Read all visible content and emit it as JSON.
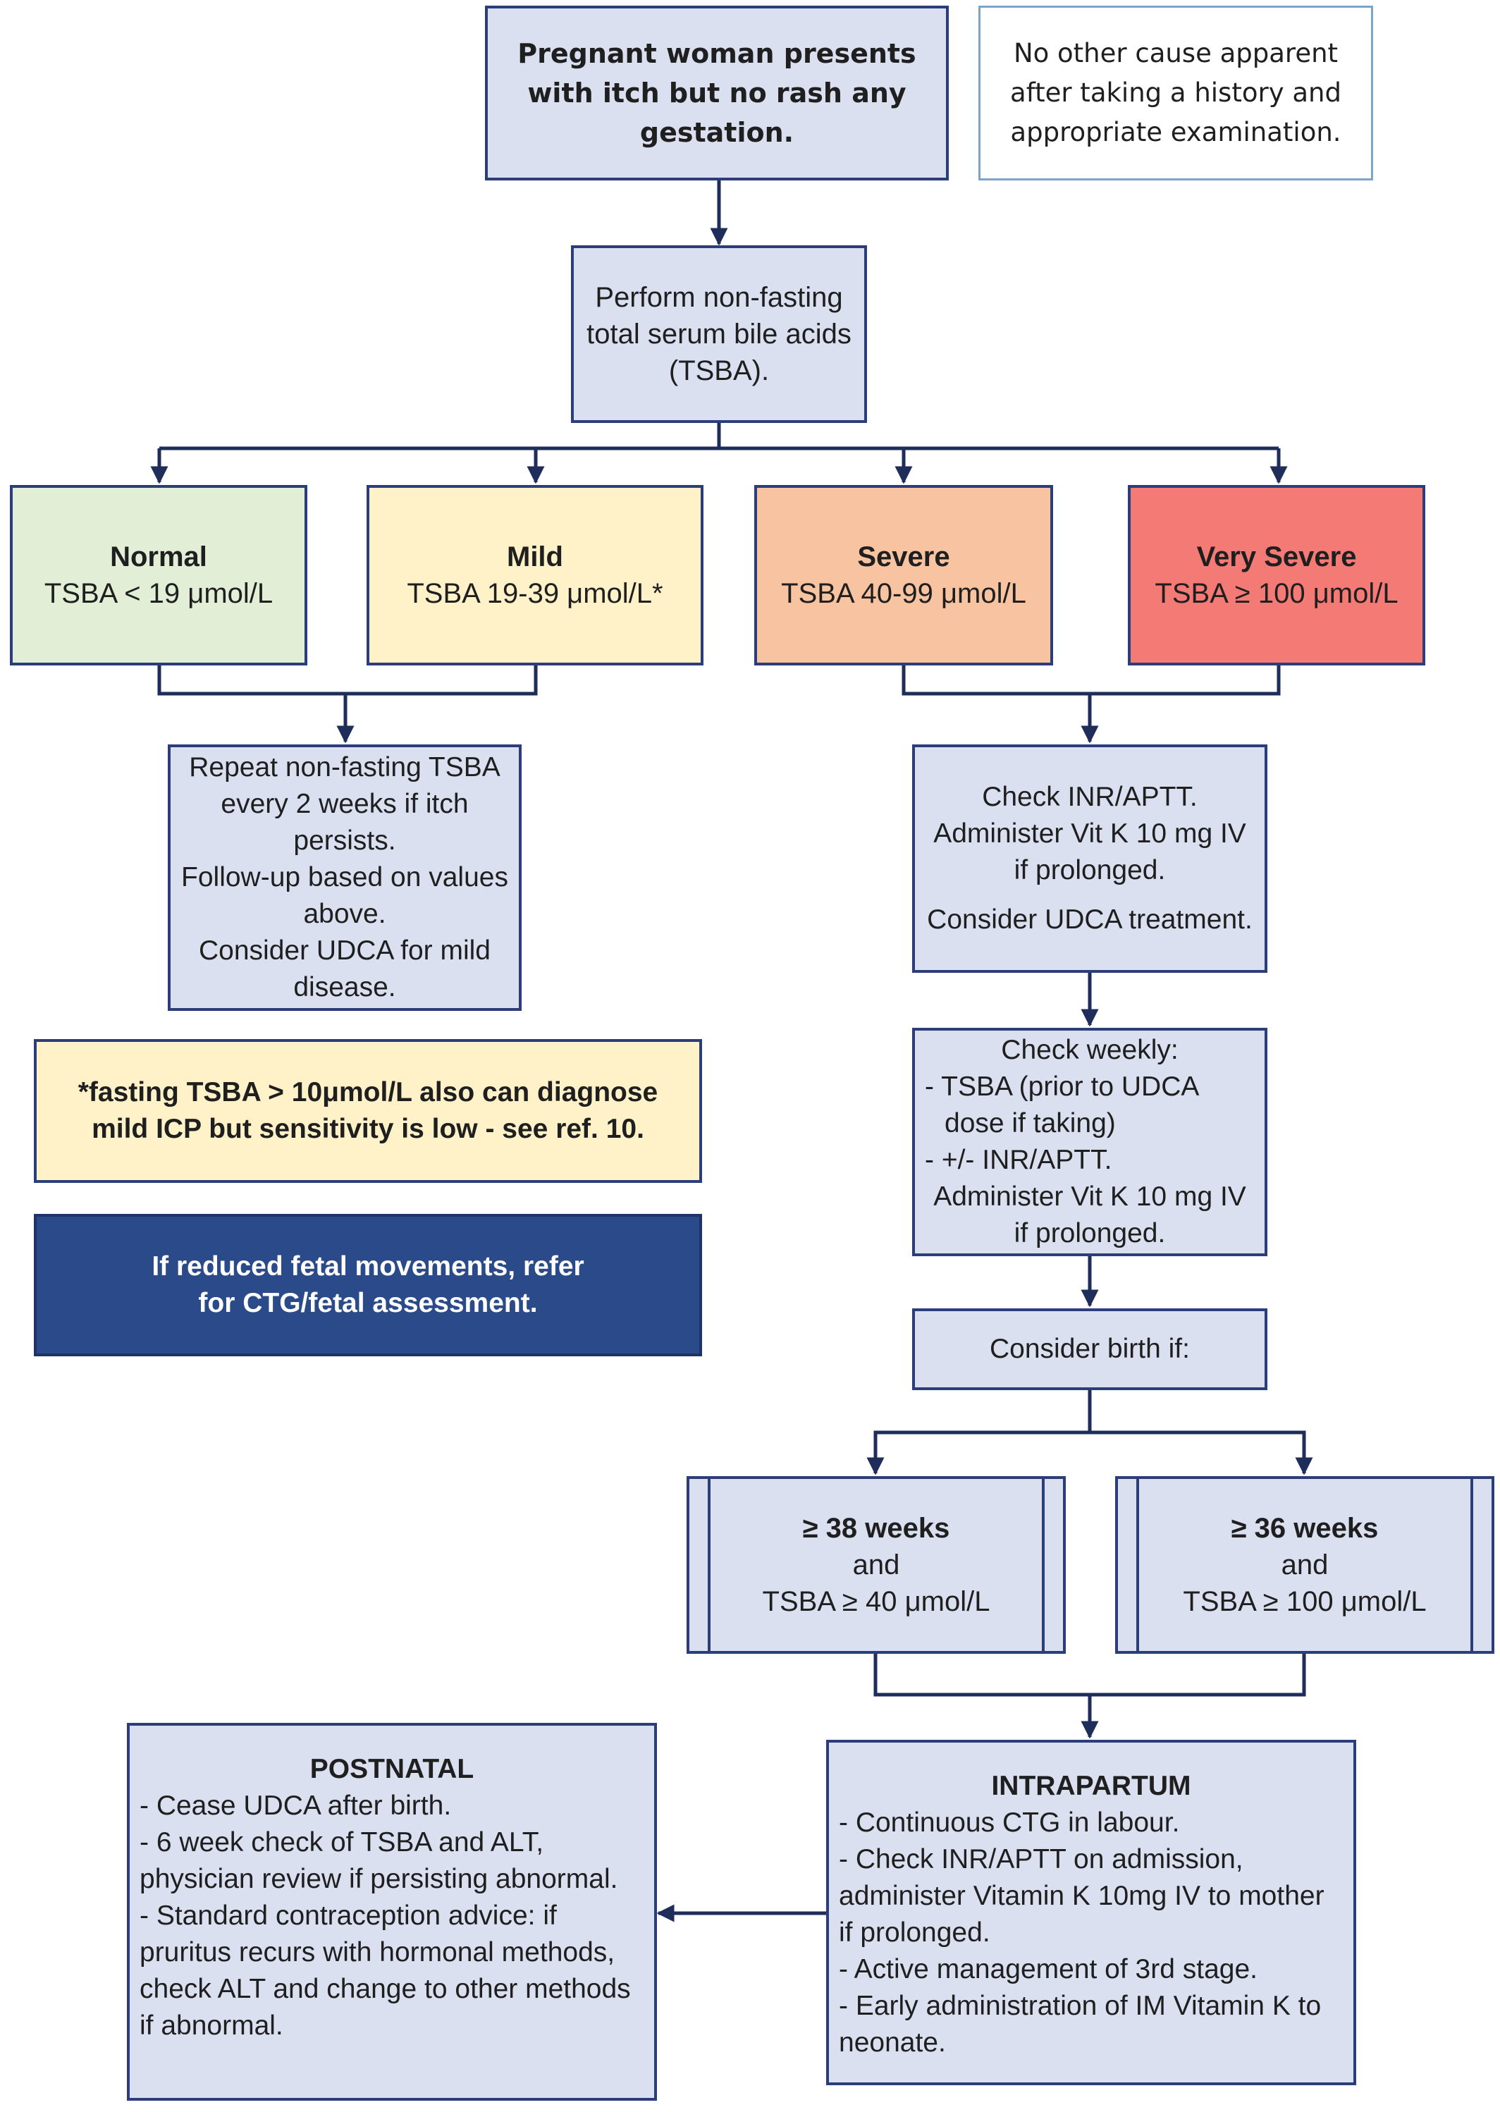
{
  "start": {
    "text": "Pregnant woman presents with itch but no rash any gestation."
  },
  "note_top": {
    "text": "No other cause apparent after taking a history and appropriate examination."
  },
  "perform": {
    "text": "Perform non-fasting total serum bile acids (TSBA)."
  },
  "categories": [
    {
      "name": "Normal",
      "range": "TSBA < 19 μmol/L"
    },
    {
      "name": "Mild",
      "range": "TSBA 19-39 μmol/L*"
    },
    {
      "name": "Severe",
      "range": "TSBA 40-99 μmol/L"
    },
    {
      "name": "Very Severe",
      "range": "TSBA ≥ 100 μmol/L"
    }
  ],
  "repeat": {
    "lines": [
      "Repeat non-fasting TSBA every 2 weeks if itch persists.",
      "Follow-up based on values above.",
      "Consider UDCA for mild disease."
    ]
  },
  "footnote": {
    "text": "*fasting TSBA > 10μmol/L also can diagnose mild ICP but sensitivity is low - see ref. 10."
  },
  "fetal": {
    "text": "If reduced fetal movements, refer for CTG/fetal assessment."
  },
  "check_inr": {
    "line1": "Check INR/APTT. Administer Vit K 10 mg IV if prolonged.",
    "line2": "Consider UDCA treatment."
  },
  "weekly": {
    "title": "Check weekly:",
    "item1": "- TSBA (prior to UDCA",
    "item1b": "dose if taking)",
    "item2": "- +/- INR/APTT.",
    "item2b": "Administer Vit K 10 mg IV if prolonged."
  },
  "consider_birth": {
    "text": "Consider birth if:"
  },
  "weeks38": {
    "title": "≥ 38 weeks",
    "and": "and",
    "value": "TSBA ≥ 40 μmol/L"
  },
  "weeks36": {
    "title": "≥ 36 weeks",
    "and": "and",
    "value": "TSBA ≥ 100 μmol/L"
  },
  "intrapartum": {
    "title": "INTRAPARTUM",
    "items": [
      "- Continuous CTG in labour.",
      "- Check INR/APTT on admission, administer Vitamin K 10mg IV to mother if prolonged.",
      "- Active management of 3rd stage.",
      "- Early administration of IM Vitamin K to neonate."
    ]
  },
  "postnatal": {
    "title": "POSTNATAL",
    "items": [
      "- Cease UDCA after birth.",
      "- 6 week check of TSBA and ALT, physician review if persisting abnormal.",
      "- Standard contraception advice: if pruritus recurs with hormonal methods, check ALT and change to other methods if abnormal."
    ]
  },
  "colors": {
    "border": "#2b3e7a",
    "box": "#dbe0f1",
    "normal": "#e3eed7",
    "mild": "#fff1c8",
    "severe": "#f7c3a1",
    "very_severe": "#f47a76",
    "dark": "#2b4a8a"
  }
}
